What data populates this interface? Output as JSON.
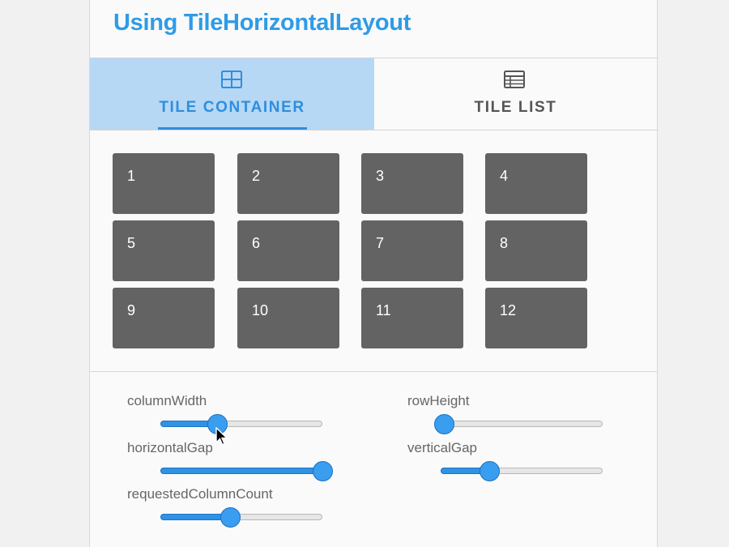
{
  "header": {
    "title": "Using TileHorizontalLayout"
  },
  "tabs": [
    {
      "label": "TILE CONTAINER",
      "icon": "grid-icon",
      "active": true
    },
    {
      "label": "TILE LIST",
      "icon": "list-icon",
      "active": false
    }
  ],
  "tiles": [
    "1",
    "2",
    "3",
    "4",
    "5",
    "6",
    "7",
    "8",
    "9",
    "10",
    "11",
    "12"
  ],
  "controls": {
    "columnWidth": {
      "label": "columnWidth",
      "value": 0.35
    },
    "rowHeight": {
      "label": "rowHeight",
      "value": 0.02
    },
    "horizontalGap": {
      "label": "horizontalGap",
      "value": 1.0
    },
    "verticalGap": {
      "label": "verticalGap",
      "value": 0.3
    },
    "requestedColumnCount": {
      "label": "requestedColumnCount",
      "value": 0.43
    }
  },
  "colors": {
    "accent": "#2f9be7",
    "active_tab_bg": "#b6d8f4",
    "tile": "#636363"
  }
}
